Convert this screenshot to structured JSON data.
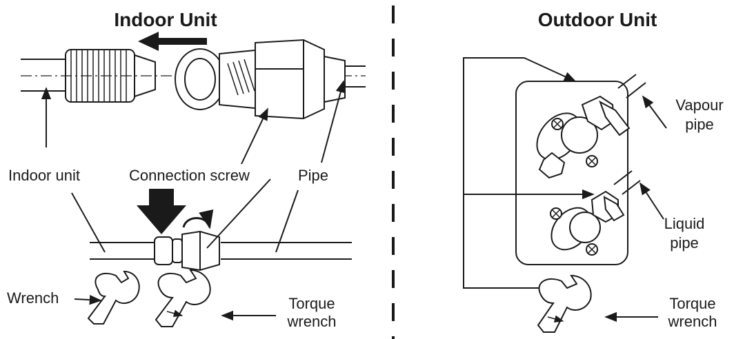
{
  "indoor": {
    "title": "Indoor Unit",
    "labels": {
      "indoor_unit": "Indoor unit",
      "connection_screw": "Connection screw",
      "pipe": "Pipe",
      "wrench": "Wrench",
      "torque_wrench_line1": "Torque",
      "torque_wrench_line2": "wrench"
    }
  },
  "outdoor": {
    "title": "Outdoor Unit",
    "labels": {
      "vapour_pipe_line1": "Vapour",
      "vapour_pipe_line2": "pipe",
      "liquid_pipe_line1": "Liquid",
      "liquid_pipe_line2": "pipe",
      "torque_wrench_line1": "Torque",
      "torque_wrench_line2": "wrench"
    }
  },
  "colors": {
    "ink": "#1a1a1a",
    "background": "#ffffff"
  }
}
